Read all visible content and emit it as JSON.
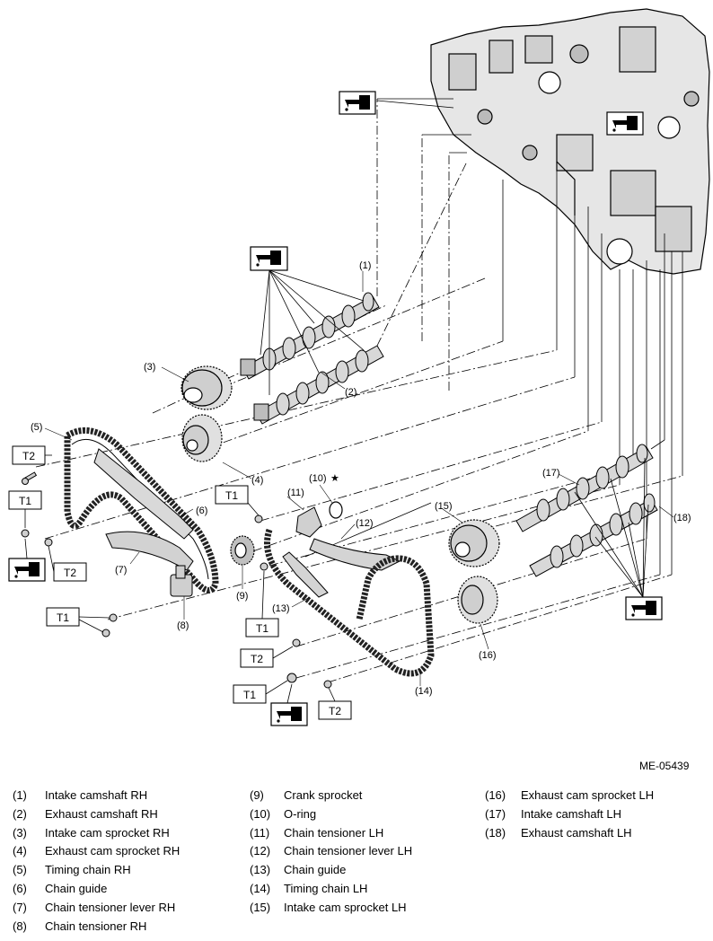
{
  "drawing_id": "ME-05439",
  "callouts": {
    "c1": "(1)",
    "c2": "(2)",
    "c3": "(3)",
    "c4": "(4)",
    "c5": "(5)",
    "c6": "(6)",
    "c7": "(7)",
    "c8": "(8)",
    "c9": "(9)",
    "c10": "(10)",
    "c11": "(11)",
    "c12": "(12)",
    "c13": "(13)",
    "c14": "(14)",
    "c15": "(15)",
    "c16": "(16)",
    "c17": "(17)",
    "c18": "(18)"
  },
  "star": "★",
  "torque_labels": {
    "t1": "T1",
    "t2": "T2"
  },
  "icons": {
    "oil": "oil-can-icon"
  },
  "legend": [
    [
      {
        "num": "(1)",
        "name": "Intake camshaft RH"
      },
      {
        "num": "(2)",
        "name": "Exhaust camshaft RH"
      },
      {
        "num": "(3)",
        "name": "Intake cam sprocket RH"
      },
      {
        "num": "(4)",
        "name": "Exhaust cam sprocket RH"
      },
      {
        "num": "(5)",
        "name": "Timing chain RH"
      },
      {
        "num": "(6)",
        "name": "Chain guide"
      },
      {
        "num": "(7)",
        "name": "Chain tensioner lever RH"
      },
      {
        "num": "(8)",
        "name": "Chain tensioner RH"
      }
    ],
    [
      {
        "num": "(9)",
        "name": "Crank sprocket"
      },
      {
        "num": "(10)",
        "name": "O-ring"
      },
      {
        "num": "(11)",
        "name": "Chain tensioner LH"
      },
      {
        "num": "(12)",
        "name": "Chain tensioner lever LH"
      },
      {
        "num": "(13)",
        "name": "Chain guide"
      },
      {
        "num": "(14)",
        "name": "Timing chain LH"
      },
      {
        "num": "(15)",
        "name": "Intake cam sprocket LH"
      }
    ],
    [
      {
        "num": "(16)",
        "name": "Exhaust cam sprocket LH"
      },
      {
        "num": "(17)",
        "name": "Intake camshaft LH"
      },
      {
        "num": "(18)",
        "name": "Exhaust camshaft LH"
      }
    ]
  ]
}
